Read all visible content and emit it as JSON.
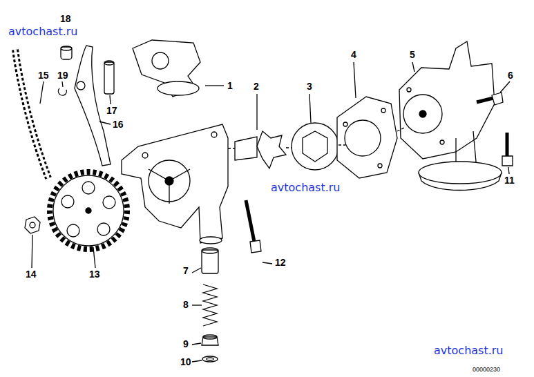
{
  "diagram": {
    "labels": [
      "avtochast.ru",
      "18",
      "15",
      "19",
      "1",
      "2",
      "3",
      "4",
      "5",
      "6",
      "17",
      "16",
      "avtochast.ru",
      "11",
      "12",
      "14",
      "13",
      "7",
      "8",
      "9",
      "10",
      "avtochast.ru",
      "00000230"
    ]
  }
}
